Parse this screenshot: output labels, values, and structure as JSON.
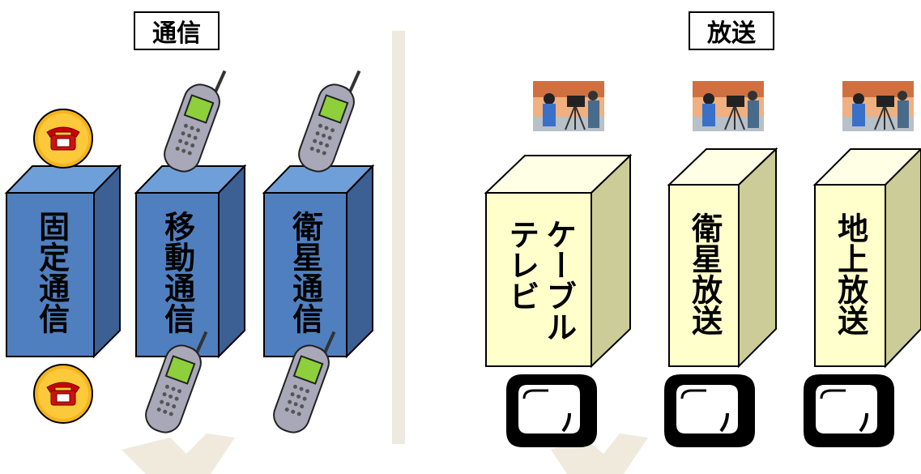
{
  "comm": {
    "title": "通信",
    "boxes": [
      "固定通信",
      "移動通信",
      "衛星通信"
    ]
  },
  "broadcast": {
    "title": "放送",
    "boxes": [
      {
        "line1": "ケーブル",
        "line2": "テレビ"
      },
      {
        "line1": "衛星放送"
      },
      {
        "line1": "地上放送"
      }
    ]
  },
  "icons": {
    "phone": "telephone-icon",
    "mobile": "mobile-phone-icon",
    "camera": "camera-crew-icon",
    "tv": "tv-icon"
  },
  "colors": {
    "comm_box_front": "#4f7fbf",
    "comm_box_side": "#3c5f94",
    "broadcast_box_front": "#ffffcc",
    "broadcast_box_side": "#cccc99",
    "divider": "#eeeae0",
    "arrow": "#efeadc"
  }
}
